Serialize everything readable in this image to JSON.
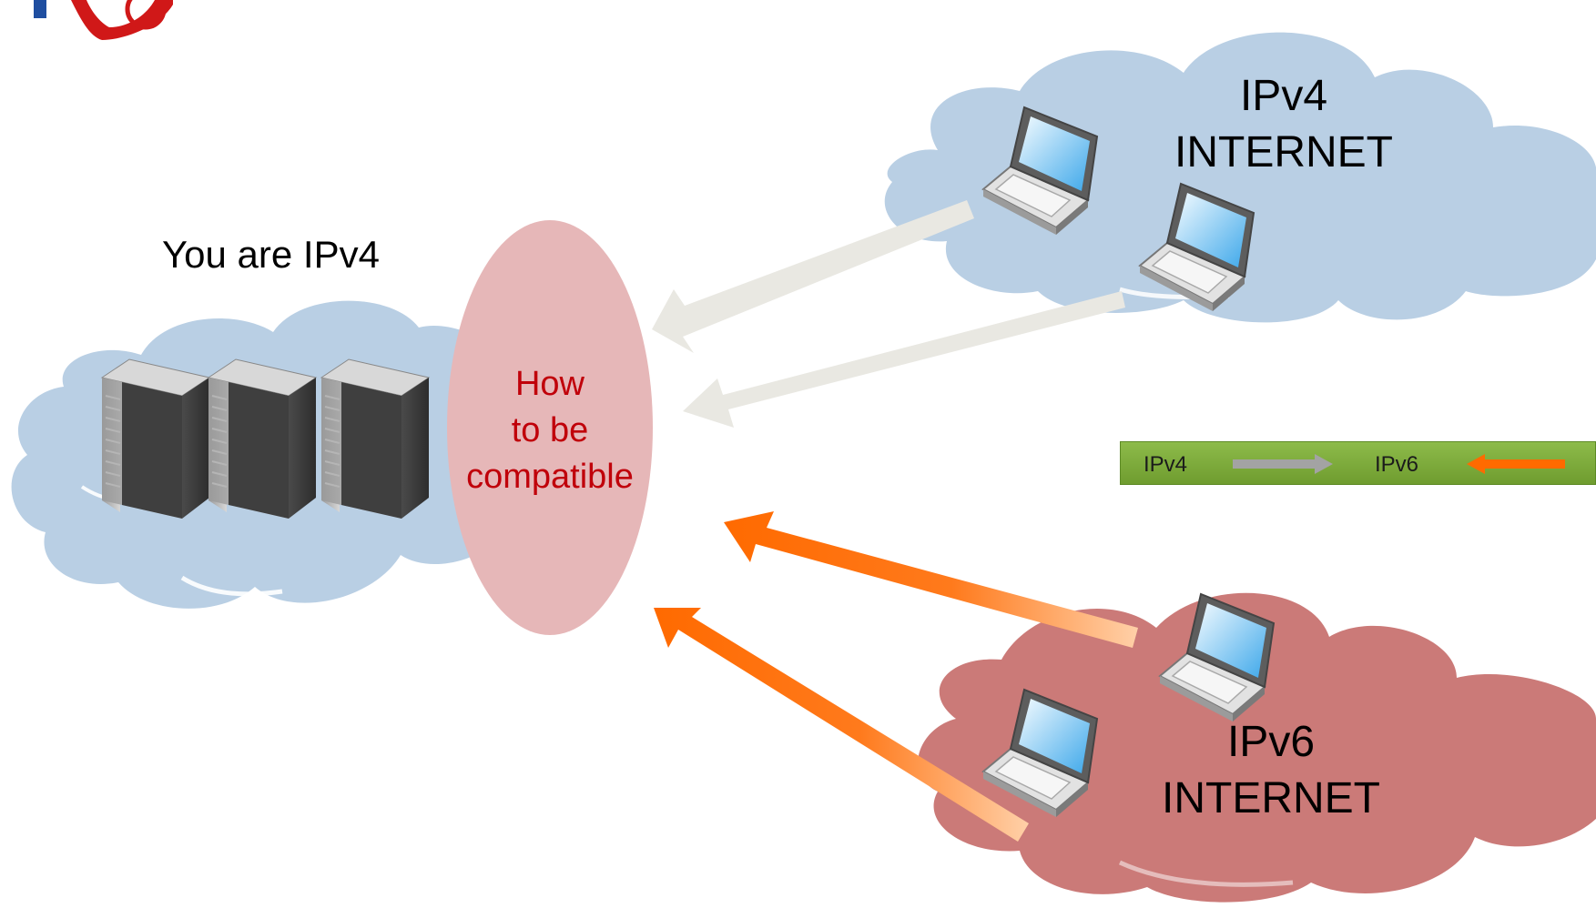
{
  "center": {
    "label": "You are IPv4",
    "question_lines": [
      "How",
      "to be",
      "compatible"
    ]
  },
  "ipv4_cloud": {
    "line1": "IPv4",
    "line2": "INTERNET"
  },
  "ipv6_cloud": {
    "line1": "IPv6",
    "line2": "INTERNET"
  },
  "legend": {
    "ipv4": "IPv4",
    "ipv6": "IPv6"
  },
  "colors": {
    "ipv4_cloud": "#b9cfe4",
    "ipv6_cloud": "#cb7a78",
    "ellipse": "#e6b7b8",
    "question_text": "#c0000a",
    "ipv4_arrow": "#e9e8e2",
    "ipv6_arrow": "#ff6a00",
    "legend_bar": "#7aa93a"
  },
  "icons": [
    "logo-icon",
    "server-icon",
    "laptop-icon",
    "arrow-icon"
  ]
}
